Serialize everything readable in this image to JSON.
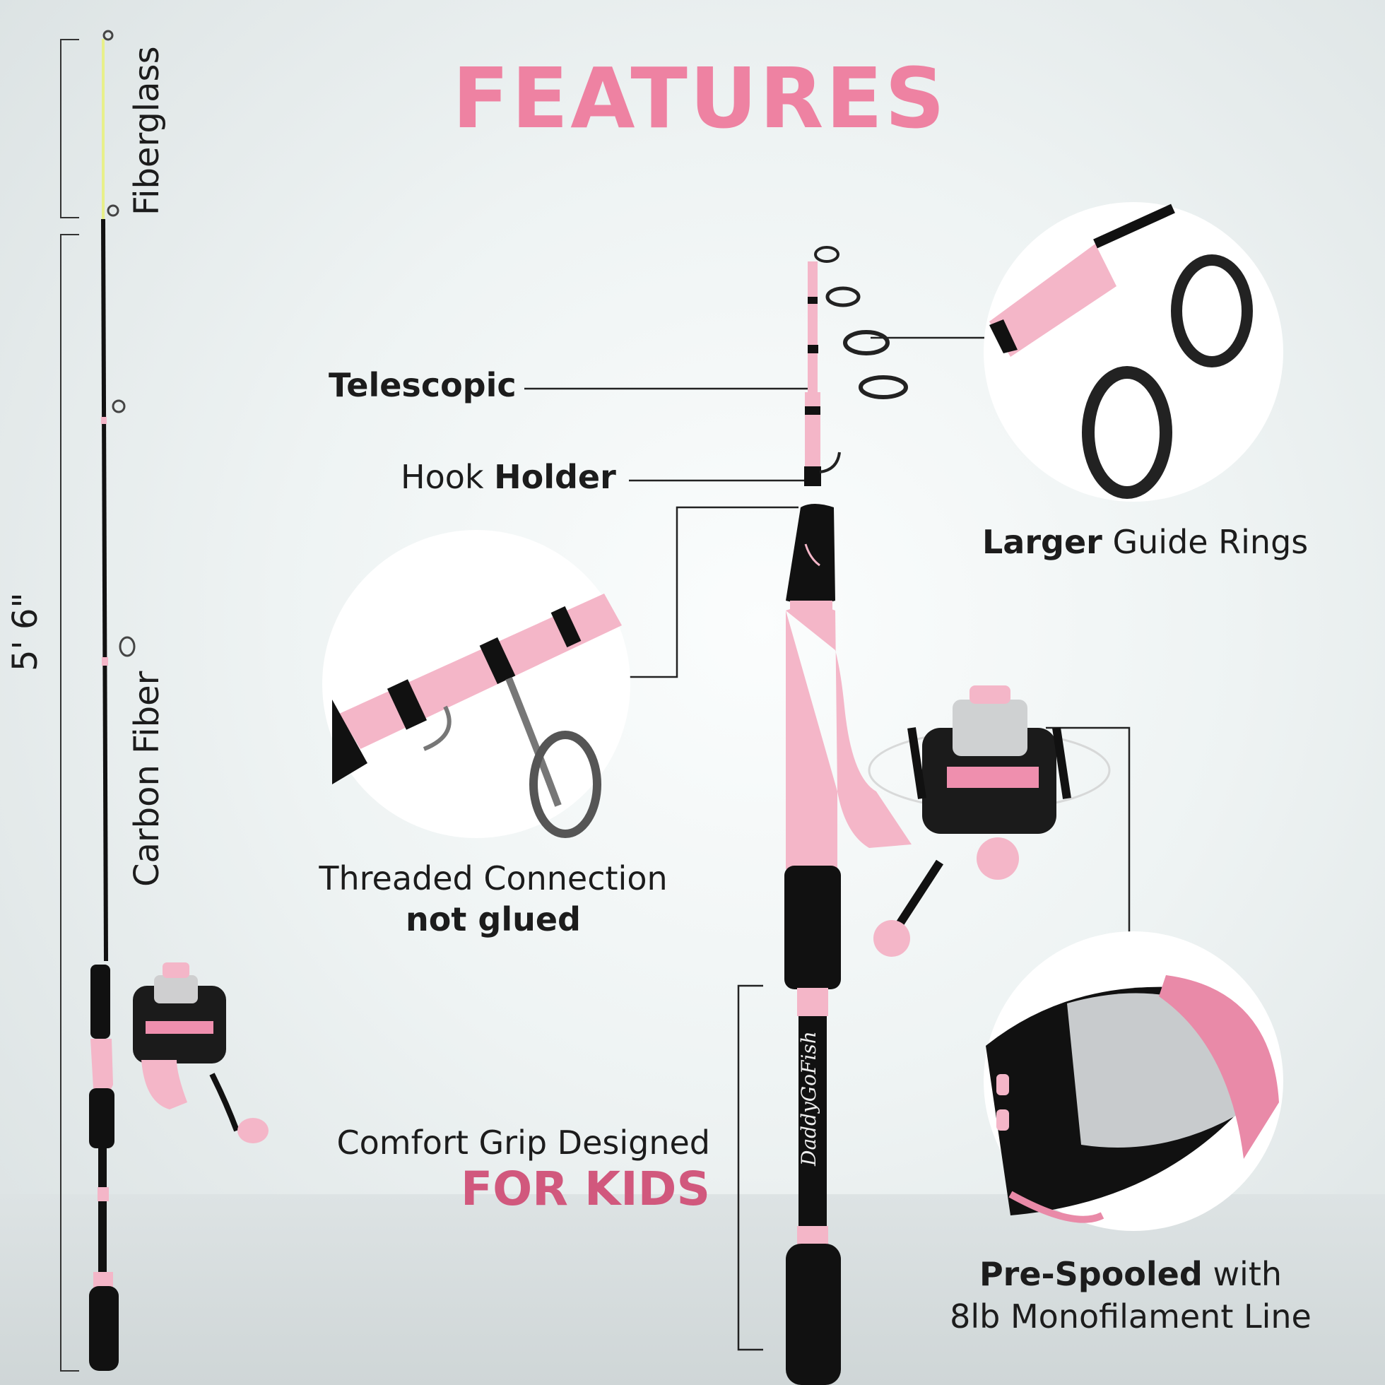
{
  "title": "FEATURES",
  "measurements": {
    "total_length": "5' 6\"",
    "tip_section": "Fiberglass",
    "main_section": "Carbon Fiber"
  },
  "callouts": {
    "telescopic": "Telescopic",
    "hook_holder_light": "Hook",
    "hook_holder_bold": "Holder",
    "guide_rings_bold": "Larger",
    "guide_rings_light": "Guide Rings",
    "threaded_line1": "Threaded Connection",
    "threaded_line2": "not glued",
    "grip_line1": "Comfort Grip Designed",
    "grip_line2": "FOR KIDS",
    "spool_bold": "Pre-Spooled",
    "spool_light": "with",
    "spool_line2": "8lb Monofilament Line"
  },
  "brand": "DaddyGoFish",
  "colors": {
    "accent_pink": "#ee82a2",
    "deep_pink": "#d1587d",
    "rod_pink": "#f4b6c8",
    "black": "#111111"
  }
}
